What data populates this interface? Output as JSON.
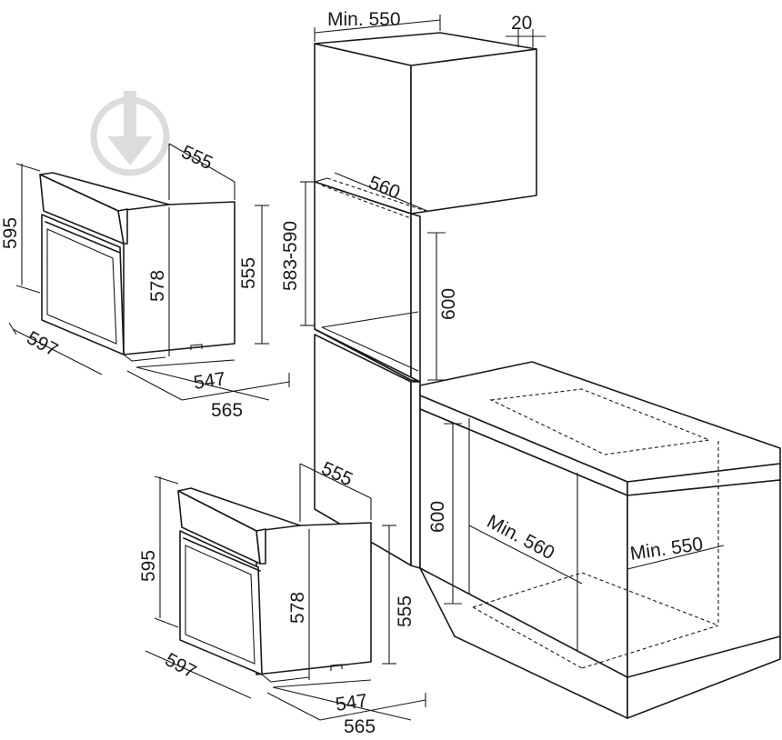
{
  "labels": {
    "min_550_top": "Min. 550",
    "d20": "20",
    "d560": "560",
    "d583_590": "583-590",
    "d600_upper": "600",
    "d600_lower": "600",
    "min_560": "Min. 560",
    "min_550_right": "Min. 550",
    "oven1_555_depth": "555",
    "oven1_595": "595",
    "oven1_578": "578",
    "oven1_555_height": "555",
    "oven1_597": "597",
    "oven1_547": "547",
    "oven1_565": "565",
    "oven2_555_depth": "555",
    "oven2_595": "595",
    "oven2_578": "578",
    "oven2_555_height": "555",
    "oven2_597": "597",
    "oven2_547": "547",
    "oven2_565": "565"
  }
}
